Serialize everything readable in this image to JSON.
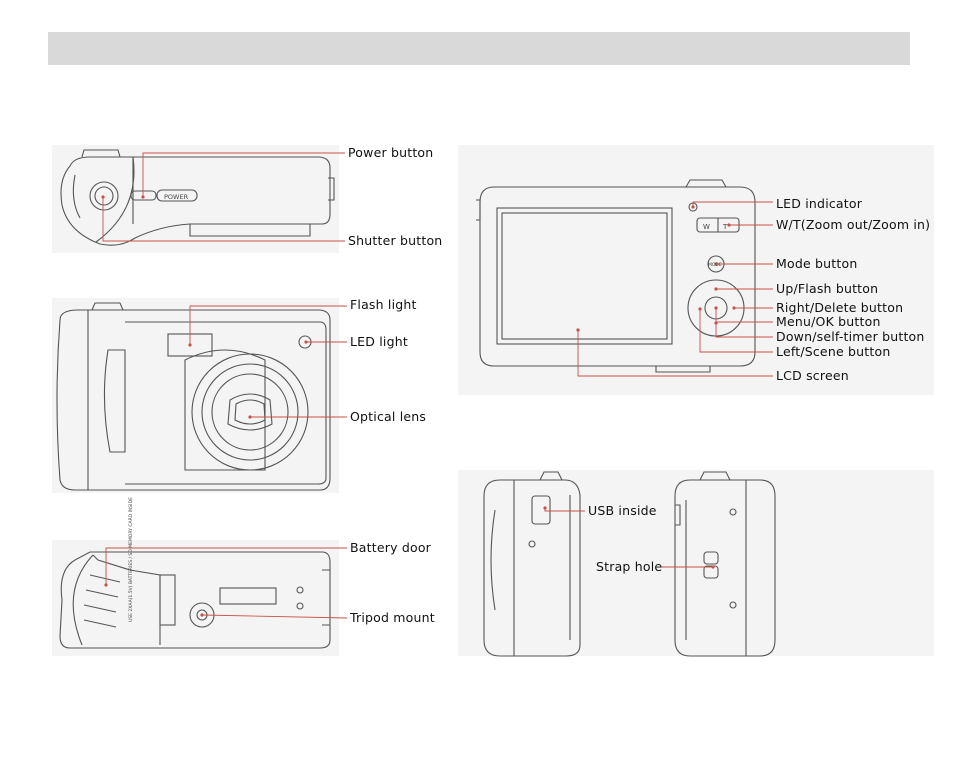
{
  "labels": {
    "power_button": "Power button",
    "shutter_button": "Shutter button",
    "flash_light": "Flash light",
    "led_light": "LED light",
    "optical_lens": "Optical lens",
    "battery_door": "Battery door",
    "tripod_mount": "Tripod mount",
    "led_indicator": "LED indicator",
    "wt_zoom": "W/T(Zoom out/Zoom in)",
    "mode_button": "Mode button",
    "up_flash_button": "Up/Flash button",
    "right_delete_button": "Right/Delete button",
    "menu_ok_button": "Menu/OK button",
    "down_self_timer_button": "Down/self-timer button",
    "left_scene_button": "Left/Scene button",
    "lcd_screen": "LCD screen",
    "usb_inside": "USB inside",
    "strap_hole": "Strap hole"
  },
  "camera_markings": {
    "power": "POWER",
    "w": "W",
    "t": "T",
    "mode": "MODE",
    "battery_text": "USE 2XAA(1.5V) BATTERIES / SD MEMORY CARD INSIDE"
  },
  "colors": {
    "header": "#d9d9d9",
    "panel": "#f4f4f4",
    "outline": "#555555",
    "callout": "#c8524a"
  }
}
